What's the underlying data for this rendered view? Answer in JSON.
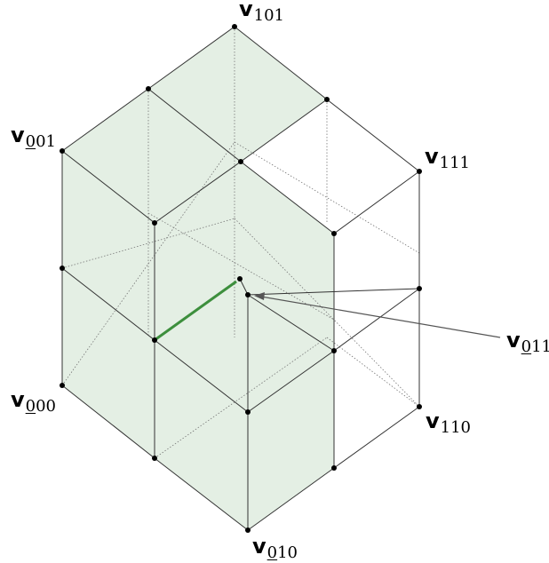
{
  "labels": {
    "v101": {
      "symbol": "v",
      "underlined": "",
      "rest": "101"
    },
    "v111": {
      "symbol": "v",
      "underlined": "",
      "rest": "111"
    },
    "v001": {
      "symbol": "v",
      "underlined": "0",
      "rest": "01"
    },
    "v000": {
      "symbol": "v",
      "underlined": "0",
      "rest": "00"
    },
    "v110": {
      "symbol": "v",
      "underlined": "",
      "rest": "110"
    },
    "v010": {
      "symbol": "v",
      "underlined": "0",
      "rest": "10"
    },
    "v011": {
      "symbol": "v",
      "underlined": "0",
      "rest": "11"
    }
  },
  "colors": {
    "fill": "#e4efe4",
    "edge": "#333333",
    "hidden_edge": "#777777",
    "highlight": "#3d8f3d",
    "vertex": "#000000",
    "arrow": "#555555"
  }
}
